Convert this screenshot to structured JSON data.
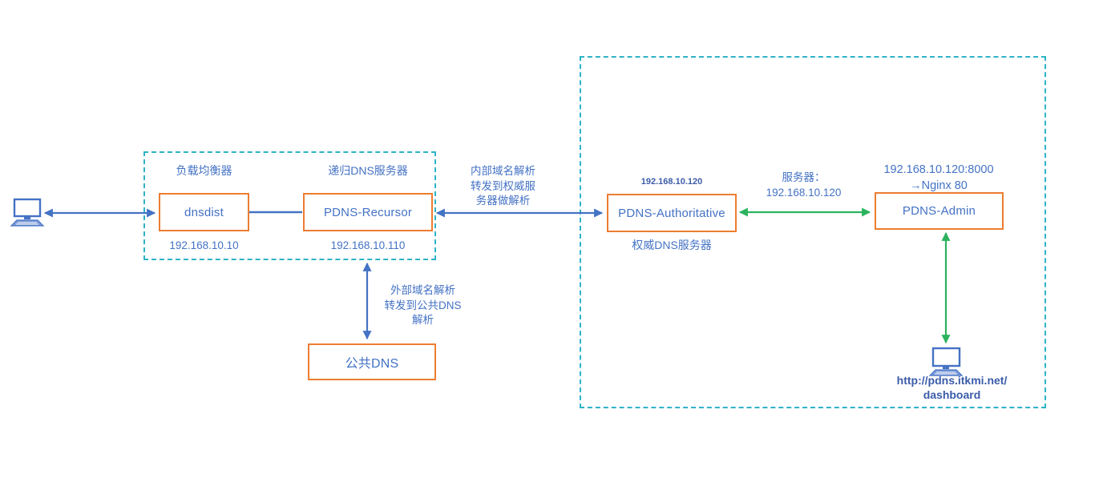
{
  "nodes": {
    "dnsdist": {
      "label": "dnsdist",
      "role": "负载均衡器",
      "ip": "192.168.10.10"
    },
    "recursor": {
      "label": "PDNS-Recursor",
      "role": "递归DNS服务器",
      "ip": "192.168.10.110"
    },
    "authoritative": {
      "label": "PDNS-Authoritative",
      "role": "权威DNS服务器",
      "ip": "192.168.10.120"
    },
    "admin": {
      "label": "PDNS-Admin",
      "note": "192.168.10.120:8000\n→Nginx 80"
    },
    "public_dns": {
      "label": "公共DNS"
    },
    "admin_client": {
      "url": "http://pdns.itkmi.net/\ndashboard"
    }
  },
  "edge_labels": {
    "internal_resolution": "内部域名解析\n转发到权威服\n务器做解析",
    "external_resolution": "外部域名解析\n转发到公共DNS\n解析",
    "admin_server": "服务器：\n192.168.10.120"
  },
  "colors": {
    "arrow_blue": "#4472c4",
    "box_orange": "#ed7d31",
    "arrow_green": "#2bb25e",
    "group_dashed_cyan": "#2eb3c8",
    "bold_text_blue": "#3b5ca9"
  }
}
